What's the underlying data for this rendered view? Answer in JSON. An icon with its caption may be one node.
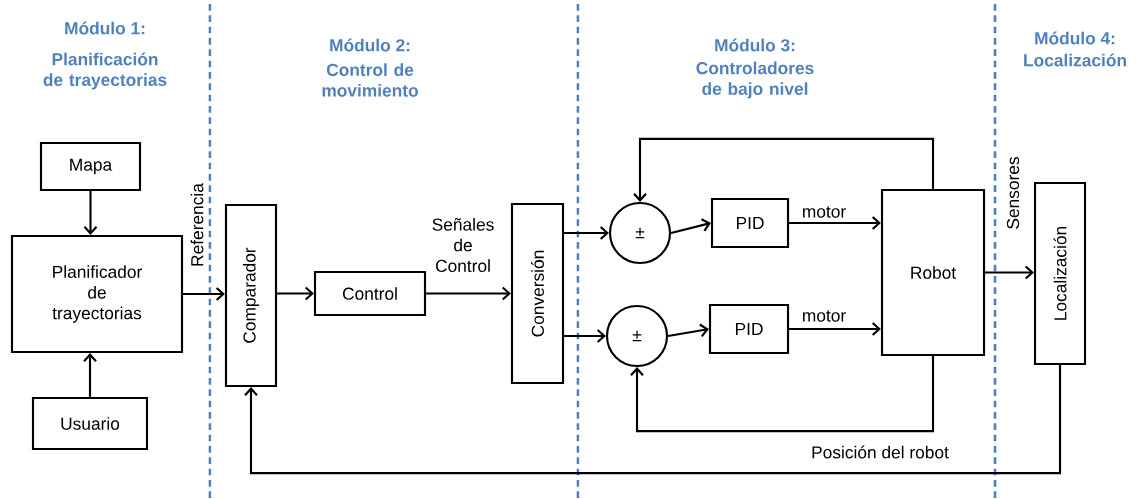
{
  "diagram": {
    "nodes": [
      {
        "text": [
          "Mapa"
        ]
      },
      {
        "text": [
          "Planificador de trayectorias"
        ]
      },
      {
        "text": [
          "Usuario"
        ]
      },
      {
        "text": [
          "Comparador"
        ]
      },
      {
        "text": [
          "Control"
        ]
      },
      {
        "text": [
          "Conversión"
        ]
      },
      {
        "text": [
          "±"
        ]
      },
      {
        "text": [
          "PID"
        ]
      },
      {
        "text": [
          "±"
        ]
      },
      {
        "text": [
          "PID"
        ]
      },
      {
        "text": [
          "Robot"
        ]
      },
      {
        "text": [
          "Localización"
        ]
      }
    ],
    "edges": [
      {
        "from": 0,
        "to": 1,
        "arrow": "to"
      },
      {
        "from": 2,
        "to": 1,
        "arrow": "to"
      },
      {
        "from": 1,
        "to": 3,
        "arrow": "to",
        "label": "Referencia"
      },
      {
        "from": 3,
        "to": 4,
        "arrow": "to"
      },
      {
        "from": 4,
        "to": 5,
        "arrow": "to",
        "label": "Señales de Control"
      },
      {
        "from": 5,
        "to": 6,
        "arrow": "to"
      },
      {
        "from": 5,
        "to": 8,
        "arrow": "to"
      },
      {
        "from": 6,
        "to": 7,
        "arrow": "to"
      },
      {
        "from": 8,
        "to": 9,
        "arrow": "to"
      },
      {
        "from": 7,
        "to": 10,
        "arrow": "to",
        "label": "motor"
      },
      {
        "from": 9,
        "to": 10,
        "arrow": "to",
        "label": "motor"
      },
      {
        "from": 10,
        "to": 6,
        "arrow": "to"
      },
      {
        "from": 10,
        "to": 8,
        "arrow": "to"
      },
      {
        "from": 10,
        "to": 11,
        "arrow": "to",
        "label": "Sensores"
      },
      {
        "from": 11,
        "to": 3,
        "arrow": "to"
      }
    ],
    "labels": [
      "Módulo 1:",
      "Planificación de trayectorias",
      "Módulo 2:",
      "Control de movimiento",
      "Módulo 3:",
      "Controladores de bajo nivel",
      "Módulo 4:",
      "Localización",
      "Posición del robot"
    ]
  }
}
